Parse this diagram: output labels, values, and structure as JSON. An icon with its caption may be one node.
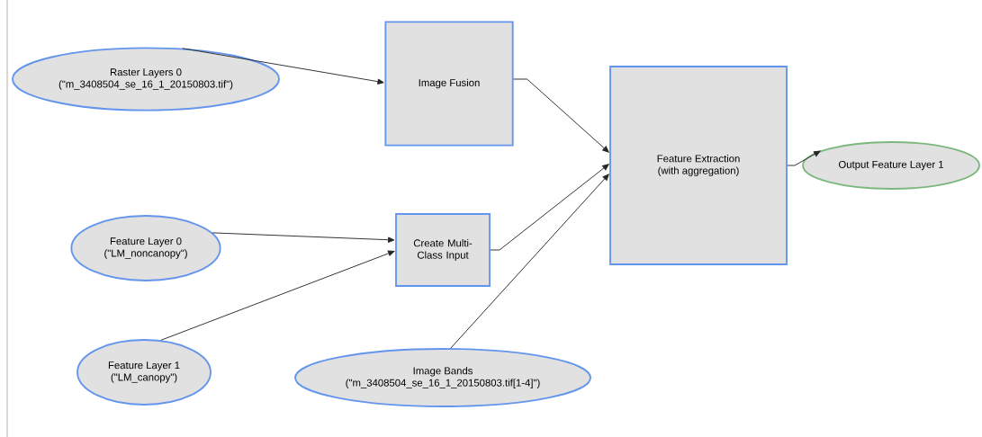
{
  "diagram": {
    "nodes": [
      {
        "text": [
          "Raster Layers 0",
          "(\"m_3408504_se_16_1_20150803.tif\")"
        ]
      },
      {
        "text": [
          "Image Fusion"
        ]
      },
      {
        "text": [
          "Feature Layer 0",
          "(\"LM_noncanopy\")"
        ]
      },
      {
        "text": [
          "Create Multi-Class Input"
        ]
      },
      {
        "text": [
          "Feature Layer 1",
          "(\"LM_canopy\")"
        ]
      },
      {
        "text": [
          "Image Bands",
          "(\"m_3408504_se_16_1_20150803.tif[1-4]\")"
        ]
      },
      {
        "text": [
          "Feature Extraction",
          "(with aggregation)"
        ]
      },
      {
        "text": [
          "Output Feature Layer 1"
        ]
      }
    ],
    "edges": [
      {
        "from": 0,
        "to": 1,
        "arrow": "to"
      },
      {
        "from": 1,
        "to": 6,
        "arrow": "to"
      },
      {
        "from": 2,
        "to": 3,
        "arrow": "to"
      },
      {
        "from": 4,
        "to": 3,
        "arrow": "to"
      },
      {
        "from": 3,
        "to": 6,
        "arrow": "to"
      },
      {
        "from": 5,
        "to": 6,
        "arrow": "to"
      },
      {
        "from": 6,
        "to": 7,
        "arrow": "to"
      }
    ]
  }
}
